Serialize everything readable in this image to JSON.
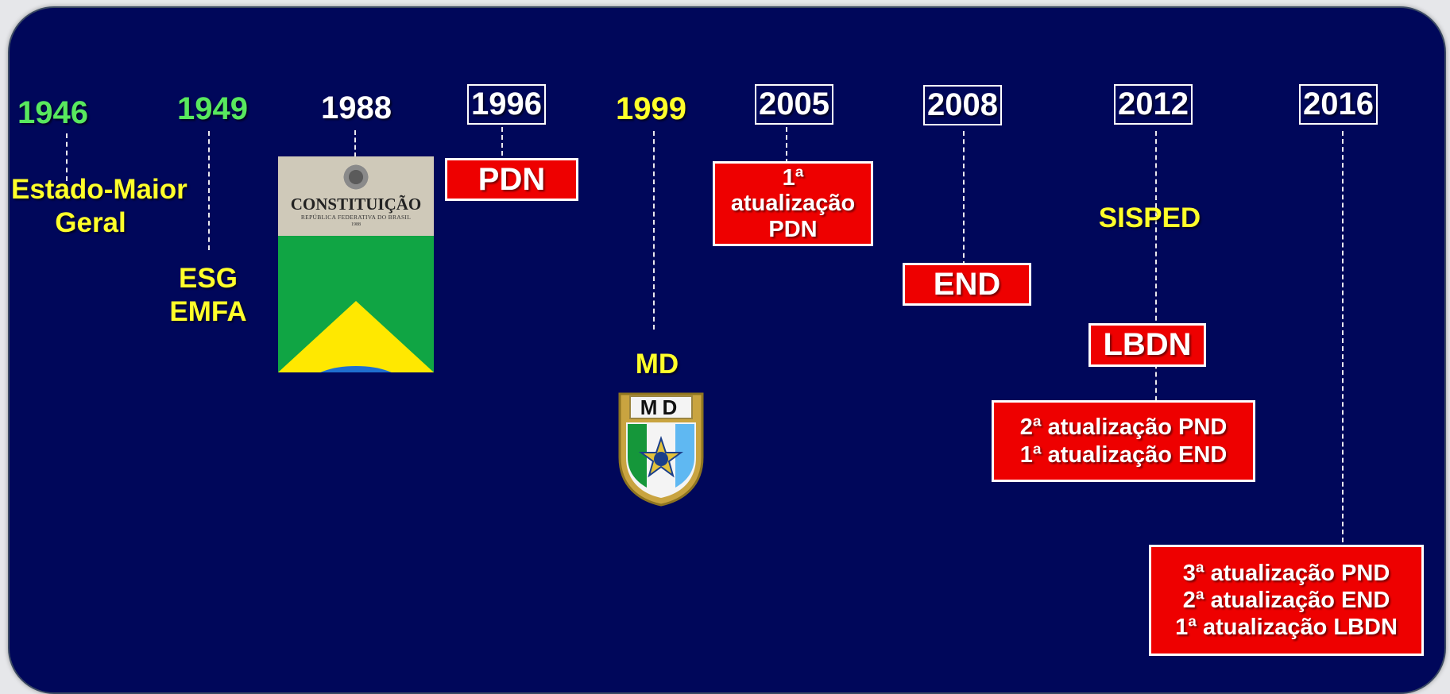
{
  "milestones": [
    {
      "year": "1946",
      "year_color": "#58e85e",
      "labels": [
        "Estado-Maior",
        "Geral"
      ]
    },
    {
      "year": "1949",
      "year_color": "#58e85e",
      "labels": [
        "ESG",
        "EMFA"
      ]
    },
    {
      "year": "1988",
      "year_color": "#ffffff",
      "image": "constitution-cover"
    },
    {
      "year": "1996",
      "year_color": "#ffffff",
      "boxed": true,
      "boxes": [
        [
          "PDN"
        ]
      ]
    },
    {
      "year": "1999",
      "year_color": "#ffff2a",
      "labels": [
        "MD"
      ],
      "image": "md-shield"
    },
    {
      "year": "2005",
      "year_color": "#ffffff",
      "boxed": true,
      "boxes": [
        [
          "1ª",
          "atualização",
          "PDN"
        ]
      ]
    },
    {
      "year": "2008",
      "year_color": "#ffffff",
      "boxed": true,
      "boxes": [
        [
          "END"
        ]
      ]
    },
    {
      "year": "2012",
      "year_color": "#ffffff",
      "boxed": true,
      "labels": [
        "SISPED"
      ],
      "boxes": [
        [
          "LBDN"
        ],
        [
          "2ª atualização PND",
          "1ª atualização END"
        ]
      ]
    },
    {
      "year": "2016",
      "year_color": "#ffffff",
      "boxed": true,
      "boxes": [
        [
          "3ª atualização PND",
          "2ª atualização END",
          "1ª atualização LBDN"
        ]
      ]
    }
  ],
  "constitution": {
    "title": "CONSTITUIÇÃO",
    "subtitle": "REPÚBLICA FEDERATIVA DO BRASIL",
    "year": "1988"
  },
  "md_shield": {
    "plate": "MD"
  },
  "colors": {
    "background": "#00075a",
    "label_yellow": "#ffff2a",
    "box_red": "#ee0000",
    "year_green": "#58e85e"
  }
}
